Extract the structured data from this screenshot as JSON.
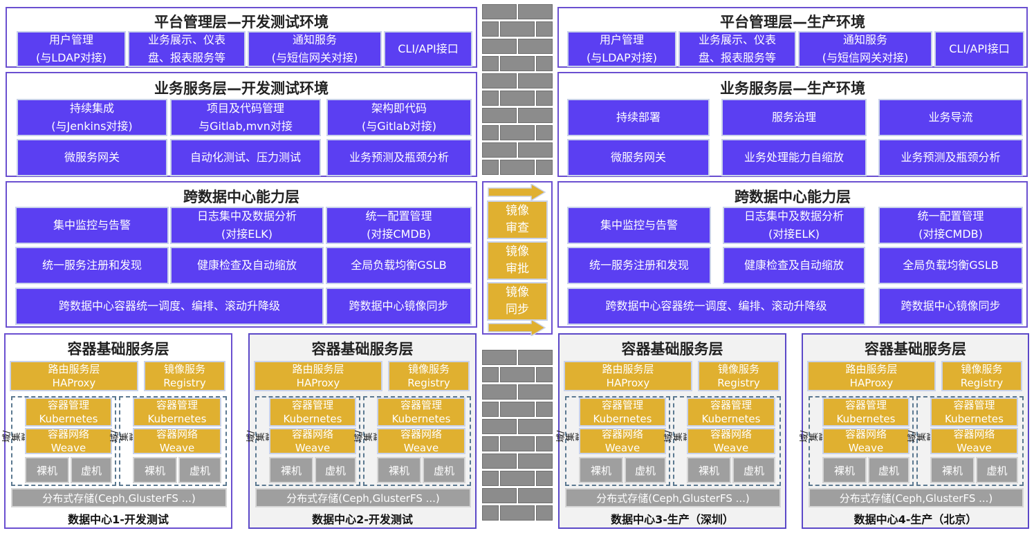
{
  "left_platform": {
    "title": "平台管理层—开发测试环境",
    "items": [
      "用户管理\n(与LDAP对接)",
      "业务展示、仪表\n盘、报表服务等",
      "通知服务\n(与短信网关对接)",
      "CLI/API接口"
    ]
  },
  "right_platform": {
    "title": "平台管理层—生产环境",
    "items": [
      "用户管理\n(与LDAP对接)",
      "业务展示、仪表\n盘、报表服务等",
      "通知服务\n(与短信网关对接)",
      "CLI/API接口"
    ]
  },
  "left_business": {
    "title": "业务服务层—开发测试环境",
    "row1": [
      "持续集成\n(与Jenkins对接)",
      "项目及代码管理\n与Gitlab,mvn对接",
      "架构即代码\n(与Gitlab对接)"
    ],
    "row2": [
      "微服务网关",
      "自动化测试、压力测试",
      "业务预测及瓶颈分析"
    ]
  },
  "right_business": {
    "title": "业务服务层—生产环境",
    "row1": [
      "持续部署",
      "服务治理",
      "业务导流"
    ],
    "row2": [
      "微服务网关",
      "业务处理能力自缩放",
      "业务预测及瓶颈分析"
    ]
  },
  "left_cross": {
    "title": "跨数据中心能力层",
    "row1": [
      "集中监控与告警",
      "日志集中及数据分析\n(对接ELK)",
      "统一配置管理\n(对接CMDB)"
    ],
    "row2": [
      "统一服务注册和发现",
      "健康检查及自动缩放",
      "全局负载均衡GSLB"
    ],
    "row3": [
      "跨数据中心容器统一调度、编排、滚动升降级",
      "跨数据中心镜像同步"
    ]
  },
  "right_cross": {
    "title": "跨数据中心能力层",
    "row1": [
      "集中监控与告警",
      "日志集中及数据分析\n(对接ELK)",
      "统一配置管理\n(对接CMDB)"
    ],
    "row2": [
      "统一服务注册和发现",
      "健康检查及自动缩放",
      "全局负载均衡GSLB"
    ],
    "row3": [
      "跨数据中心容器统一调度、编排、滚动升降级",
      "跨数据中心镜像同步"
    ]
  },
  "gate": {
    "steps": [
      "镜像\n审查",
      "镜像\n审批",
      "镜像\n同步"
    ]
  },
  "datacenters": [
    {
      "title": "容器基础服务层",
      "label": "数据中心1-开发测试"
    },
    {
      "title": "容器基础服务层",
      "label": "数据中心2-开发测试"
    },
    {
      "title": "容器基础服务层",
      "label": "数据中心3-生产（深圳）"
    },
    {
      "title": "容器基础服务层",
      "label": "数据中心4-生产（北京）"
    }
  ],
  "dc_common": {
    "router": "路由服务层\nHAProxy",
    "registry": "镜像服务\nRegistry",
    "k8s": "容器管理\nKubernetes",
    "weave": "容器网络\nWeave",
    "baremetal": "裸机",
    "vm": "虚机",
    "cluster_label": "域/集群",
    "storage": "分布式存储(Ceph,GlusterFS ...)"
  },
  "colors": {
    "purple": "#5b3ff2",
    "gold": "#e0b030",
    "border": "#6a4fd0",
    "brick": "#8c8c8c"
  }
}
